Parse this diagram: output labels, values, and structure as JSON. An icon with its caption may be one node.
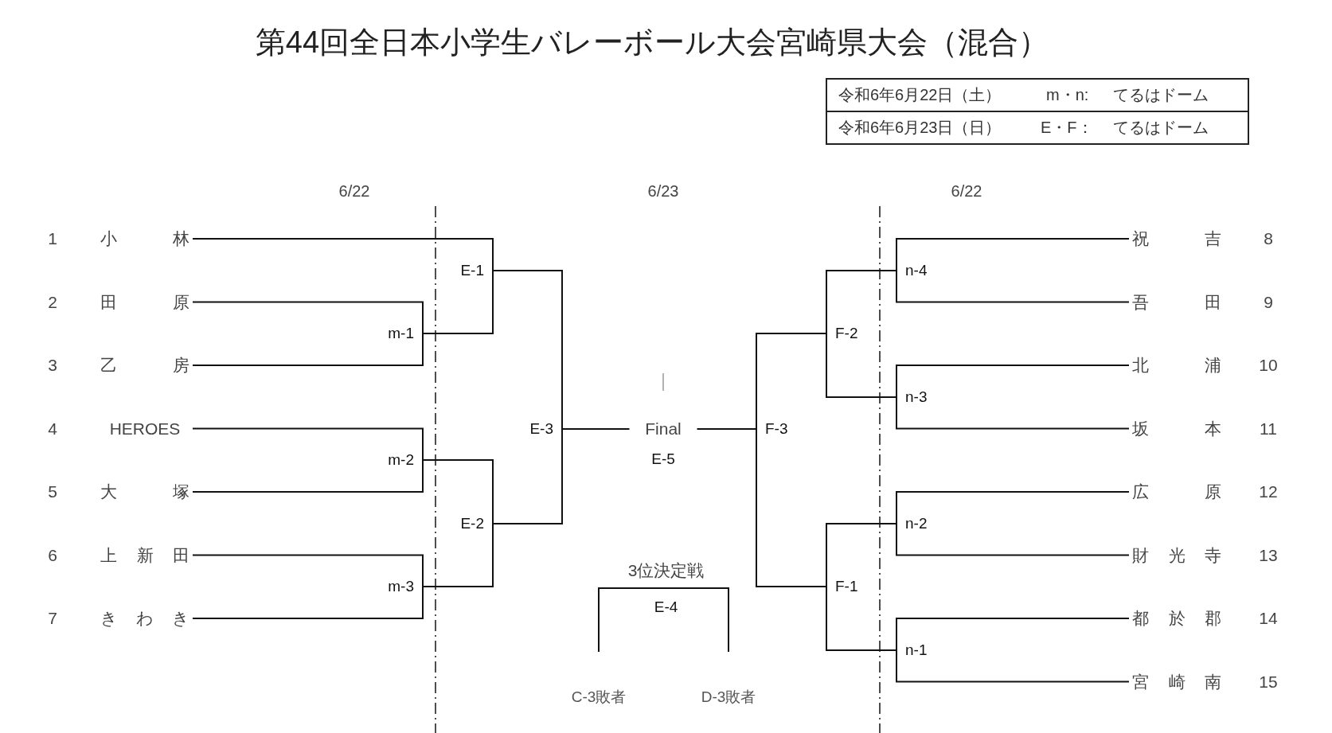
{
  "diagram": {
    "title": "第44回全日本小学生バレーボール大会宮崎県大会（混合）",
    "nodes": [
      {
        "text": [
          "1",
          "小林"
        ]
      },
      {
        "text": [
          "2",
          "田原"
        ]
      },
      {
        "text": [
          "3",
          "乙房"
        ]
      },
      {
        "text": [
          "4",
          "HEROES"
        ]
      },
      {
        "text": [
          "5",
          "大塚"
        ]
      },
      {
        "text": [
          "6",
          "上新田"
        ]
      },
      {
        "text": [
          "7",
          "きわき"
        ]
      },
      {
        "text": [
          "m-1"
        ]
      },
      {
        "text": [
          "m-2"
        ]
      },
      {
        "text": [
          "m-3"
        ]
      },
      {
        "text": [
          "E-1"
        ]
      },
      {
        "text": [
          "E-2"
        ]
      },
      {
        "text": [
          "E-3"
        ]
      },
      {
        "text": [
          "Final",
          "E-5"
        ]
      },
      {
        "text": [
          "F-3"
        ]
      },
      {
        "text": [
          "F-2"
        ]
      },
      {
        "text": [
          "F-1"
        ]
      },
      {
        "text": [
          "n-4"
        ]
      },
      {
        "text": [
          "n-3"
        ]
      },
      {
        "text": [
          "n-2"
        ]
      },
      {
        "text": [
          "n-1"
        ]
      },
      {
        "text": [
          "祝吉",
          "8"
        ]
      },
      {
        "text": [
          "吾田",
          "9"
        ]
      },
      {
        "text": [
          "北浦",
          "10"
        ]
      },
      {
        "text": [
          "坂本",
          "11"
        ]
      },
      {
        "text": [
          "広原",
          "12"
        ]
      },
      {
        "text": [
          "財光寺",
          "13"
        ]
      },
      {
        "text": [
          "都於郡",
          "14"
        ]
      },
      {
        "text": [
          "宮崎南",
          "15"
        ]
      },
      {
        "text": [
          "3位決定戦",
          "E-4"
        ]
      },
      {
        "text": [
          "C-3敗者"
        ]
      },
      {
        "text": [
          "D-3敗者"
        ]
      }
    ],
    "edges": [
      {
        "from": 1,
        "to": 7,
        "arrow": "none"
      },
      {
        "from": 2,
        "to": 7,
        "arrow": "none"
      },
      {
        "from": 3,
        "to": 8,
        "arrow": "none"
      },
      {
        "from": 4,
        "to": 8,
        "arrow": "none"
      },
      {
        "from": 5,
        "to": 9,
        "arrow": "none"
      },
      {
        "from": 6,
        "to": 9,
        "arrow": "none"
      },
      {
        "from": 0,
        "to": 10,
        "arrow": "none"
      },
      {
        "from": 7,
        "to": 10,
        "arrow": "none"
      },
      {
        "from": 8,
        "to": 11,
        "arrow": "none"
      },
      {
        "from": 9,
        "to": 11,
        "arrow": "none"
      },
      {
        "from": 10,
        "to": 12,
        "arrow": "none"
      },
      {
        "from": 11,
        "to": 12,
        "arrow": "none"
      },
      {
        "from": 12,
        "to": 13,
        "arrow": "none"
      },
      {
        "from": 21,
        "to": 17,
        "arrow": "none"
      },
      {
        "from": 22,
        "to": 17,
        "arrow": "none"
      },
      {
        "from": 23,
        "to": 18,
        "arrow": "none"
      },
      {
        "from": 24,
        "to": 18,
        "arrow": "none"
      },
      {
        "from": 25,
        "to": 19,
        "arrow": "none"
      },
      {
        "from": 26,
        "to": 19,
        "arrow": "none"
      },
      {
        "from": 27,
        "to": 20,
        "arrow": "none"
      },
      {
        "from": 28,
        "to": 20,
        "arrow": "none"
      },
      {
        "from": 17,
        "to": 15,
        "arrow": "none"
      },
      {
        "from": 18,
        "to": 15,
        "arrow": "none"
      },
      {
        "from": 19,
        "to": 16,
        "arrow": "none"
      },
      {
        "from": 20,
        "to": 16,
        "arrow": "none"
      },
      {
        "from": 15,
        "to": 14,
        "arrow": "none"
      },
      {
        "from": 16,
        "to": 14,
        "arrow": "none"
      },
      {
        "from": 14,
        "to": 13,
        "arrow": "none"
      },
      {
        "from": 30,
        "to": 29,
        "arrow": "none"
      },
      {
        "from": 31,
        "to": 29,
        "arrow": "none"
      }
    ],
    "labels": [
      "令和6年6月22日（土）",
      "m・n:",
      "てるはドーム",
      "令和6年6月23日（日）",
      "E・F：",
      "てるはドーム",
      "6/22",
      "6/23",
      "6/22"
    ]
  }
}
